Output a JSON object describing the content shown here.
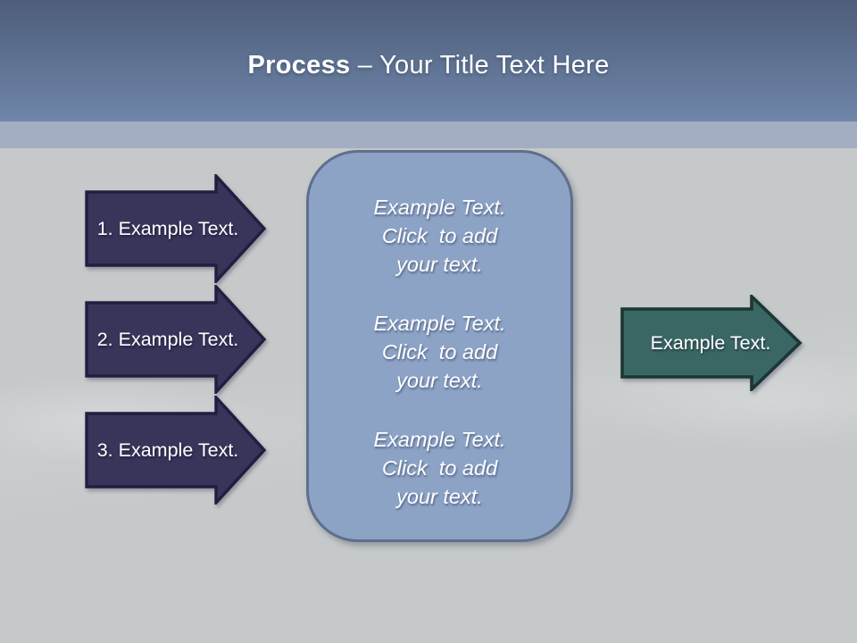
{
  "title": {
    "emphasis": "Process",
    "rest": " – Your Title Text Here"
  },
  "left_arrows": [
    {
      "label": "1. Example Text."
    },
    {
      "label": "2. Example Text."
    },
    {
      "label": "3. Example Text."
    }
  ],
  "panel": {
    "blocks": [
      {
        "line1": "Example Text.",
        "line2": "Click  to add",
        "line3": "your text."
      },
      {
        "line1": "Example Text.",
        "line2": "Click  to add",
        "line3": "your text."
      },
      {
        "line1": "Example Text.",
        "line2": "Click  to add",
        "line3": "your text."
      }
    ]
  },
  "right_arrow": {
    "label": "Example Text."
  },
  "colors": {
    "header_top": "#4e5d7a",
    "header_bottom": "#7086a9",
    "band": "#a3aec3",
    "body_bg": "#c6c9ca",
    "navy_fill": "#38345a",
    "navy_border": "#211e40",
    "teal_fill": "#3a6763",
    "teal_border": "#1b3634",
    "panel_fill": "#8ca3c6",
    "panel_border": "#5f6f8c",
    "text_light": "#ffffff"
  }
}
